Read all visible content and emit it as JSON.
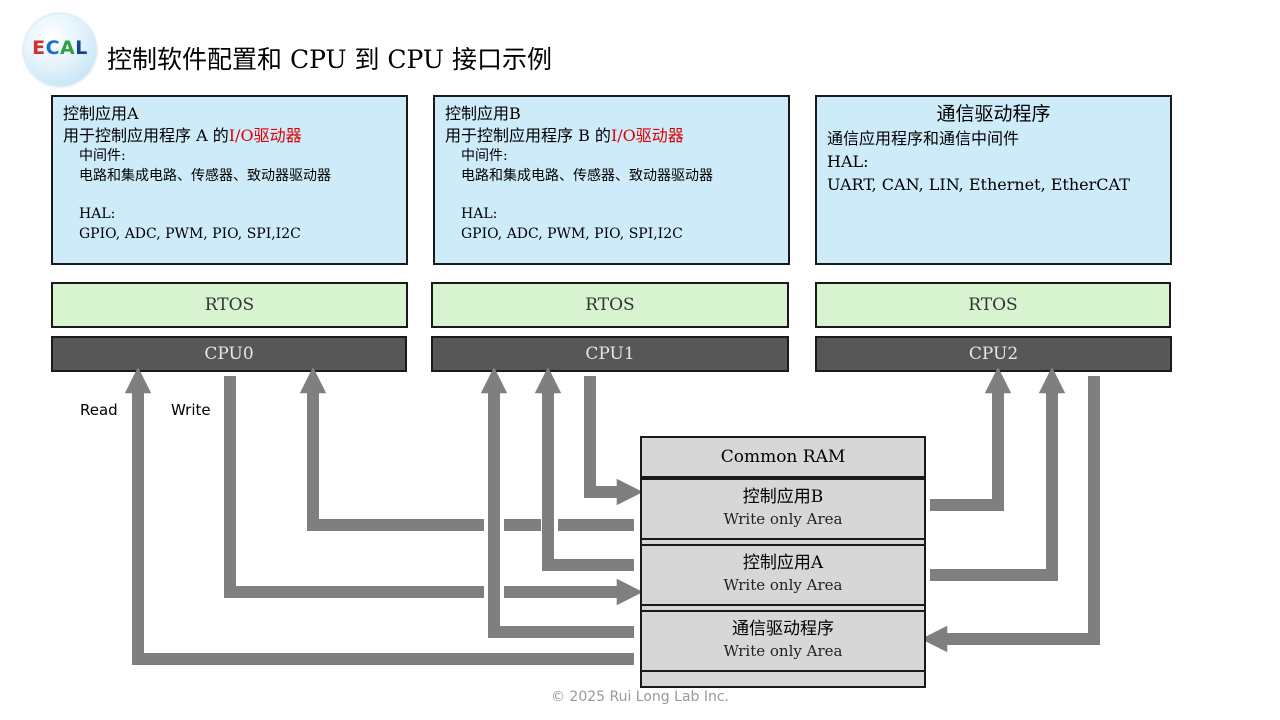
{
  "logo": {
    "letters": [
      "E",
      "C",
      "A",
      "L"
    ]
  },
  "title": "控制软件配置和 CPU 到 CPU 接口示例",
  "boxes": {
    "a": {
      "name": "控制应用A",
      "subtitle_prefix": "用于控制应用程序 A 的",
      "subtitle_highlight": "I/O驱动器",
      "middleware_label": "中间件:",
      "middleware_value": "电路和集成电路、传感器、致动器驱动器",
      "hal_label": "HAL:",
      "hal_value": "GPIO, ADC, PWM, PIO, SPI,I2C"
    },
    "b": {
      "name": "控制应用B",
      "subtitle_prefix": "用于控制应用程序 B 的",
      "subtitle_highlight": "I/O驱动器",
      "middleware_label": "中间件:",
      "middleware_value": "电路和集成电路、传感器、致动器驱动器",
      "hal_label": "HAL:",
      "hal_value": "GPIO, ADC, PWM, PIO, SPI,I2C"
    },
    "comm": {
      "name": "通信驱动程序",
      "line1": "通信应用程序和通信中间件",
      "hal_label": "HAL:",
      "hal_value": "UART, CAN, LIN, Ethernet, EtherCAT"
    }
  },
  "rtos": [
    "RTOS",
    "RTOS",
    "RTOS"
  ],
  "cpus": [
    "CPU0",
    "CPU1",
    "CPU2"
  ],
  "labels": {
    "read": "Read",
    "write": "Write"
  },
  "ram": {
    "header": "Common RAM",
    "sections": [
      {
        "title": "控制应用B",
        "subtitle": "Write only Area"
      },
      {
        "title": "控制应用A",
        "subtitle": "Write only Area"
      },
      {
        "title": "通信驱动程序",
        "subtitle": "Write only Area"
      }
    ]
  },
  "colors": {
    "app_box": "#cdebf9",
    "rtos_box": "#d8f3d0",
    "cpu_box": "#575757",
    "ram_box": "#d7d7d7",
    "arrow": "#7f7f7f",
    "highlight": "#e00000"
  },
  "copyright": "© 2025 Rui Long Lab Inc."
}
